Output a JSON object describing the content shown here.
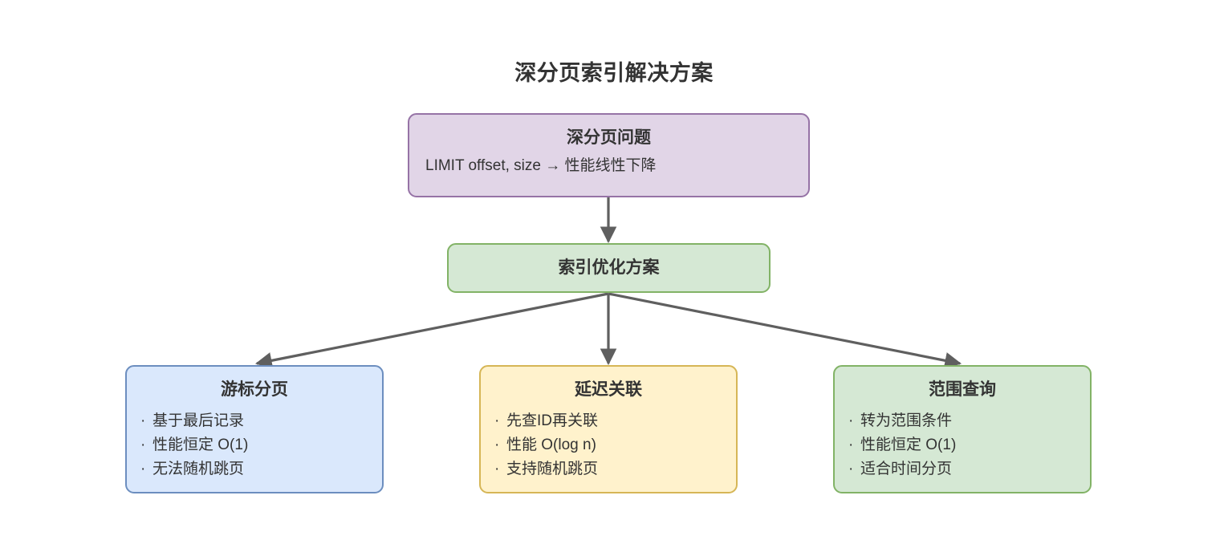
{
  "title": "深分页索引解决方案",
  "colors": {
    "background": "#ffffff",
    "text": "#333333",
    "edge": "#5f5f5f",
    "purple_fill": "#e1d5e7",
    "purple_border": "#9673a6",
    "green_fill": "#d5e8d4",
    "green_border": "#82b366",
    "blue_fill": "#dae8fc",
    "blue_border": "#6c8ebf",
    "yellow_fill": "#fff2cc",
    "yellow_border": "#d6b656"
  },
  "nodes": {
    "problem": {
      "title": "深分页问题",
      "subtitle": "LIMIT offset, size → 性能线性下降"
    },
    "solution": {
      "title": "索引优化方案"
    },
    "cursor": {
      "title": "游标分页",
      "bullets": [
        "基于最后记录",
        "性能恒定 O(1)",
        "无法随机跳页"
      ]
    },
    "deferred": {
      "title": "延迟关联",
      "bullets": [
        "先查ID再关联",
        "性能 O(log n)",
        "支持随机跳页"
      ]
    },
    "range": {
      "title": "范围查询",
      "bullets": [
        "转为范围条件",
        "性能恒定 O(1)",
        "适合时间分页"
      ]
    }
  },
  "bullet_glyph": "·",
  "edges": [
    {
      "from": "problem",
      "to": "solution"
    },
    {
      "from": "solution",
      "to": "cursor"
    },
    {
      "from": "solution",
      "to": "deferred"
    },
    {
      "from": "solution",
      "to": "range"
    }
  ]
}
